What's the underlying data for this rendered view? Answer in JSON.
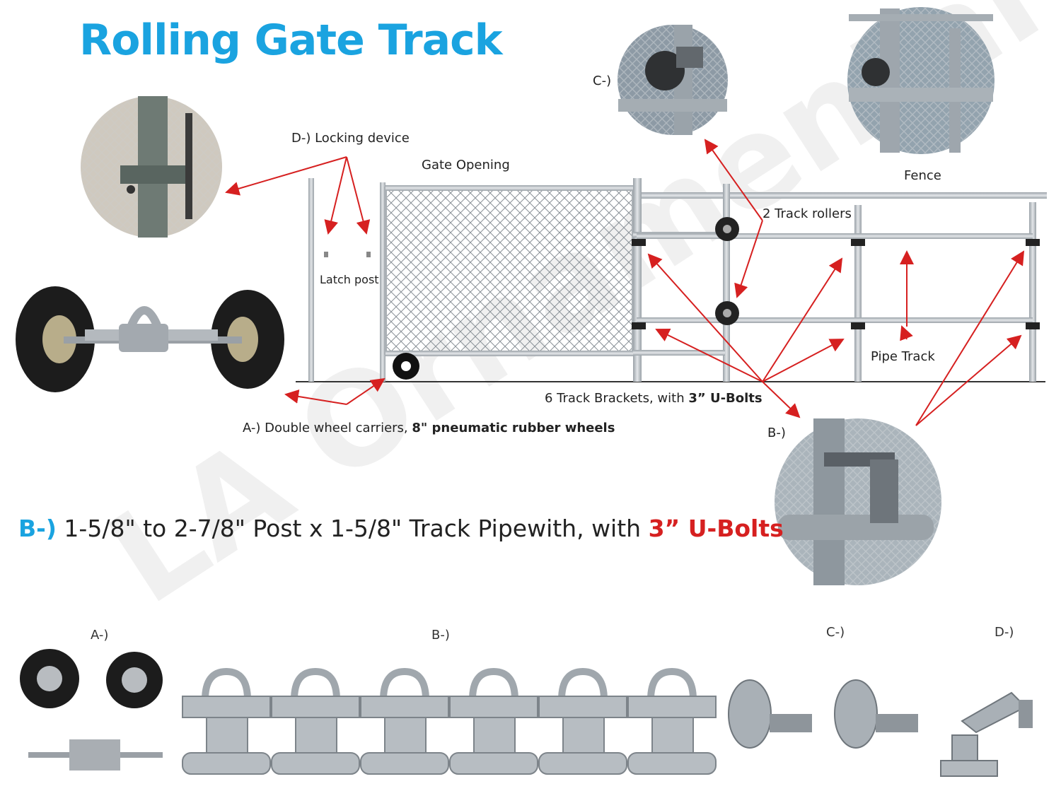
{
  "title": "Rolling Gate Track",
  "labels": {
    "locking_device": "D-) Locking device",
    "gate_opening": "Gate Opening",
    "latch_post": "Latch post",
    "fence": "Fence",
    "track_rollers": "2 Track rollers",
    "pipe_track": "Pipe Track",
    "brackets_prefix": "6 Track Brackets, with ",
    "brackets_bold": "3” U-Bolts",
    "wheels_prefix": "A-) Double wheel carriers, ",
    "wheels_bold": "8\" pneumatic rubber wheels",
    "c_label": "C-)",
    "b_label": "B-)"
  },
  "spec": {
    "prefix": "B-)",
    "text": " 1-5/8\" to 2-7/8\" Post x 1-5/8\" Track Pipewith, with ",
    "highlight": "3” U-Bolts"
  },
  "parts": {
    "a": "A-)",
    "b": "B-)",
    "c": "C-)",
    "d": "D-)"
  },
  "watermark": "LA Ornamental",
  "colors": {
    "title": "#1aa3e0",
    "arrow": "#d62020",
    "highlight": "#d62020",
    "pipe": "#b9bec3"
  }
}
